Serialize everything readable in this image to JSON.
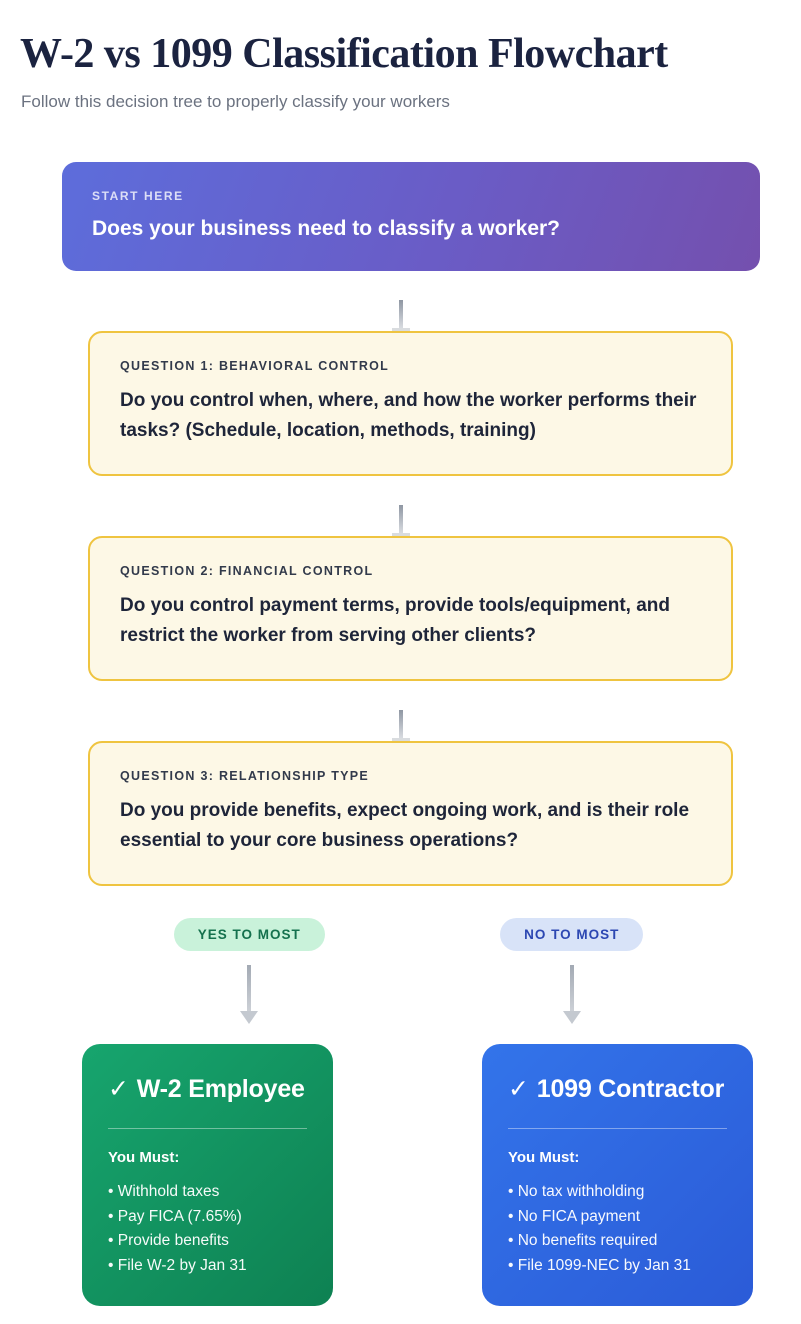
{
  "page": {
    "title": "W-2 vs 1099 Classification Flowchart",
    "subtitle": "Follow this decision tree to properly classify your workers"
  },
  "start": {
    "label": "START HERE",
    "question": "Does your business need to classify a worker?"
  },
  "questions": [
    {
      "label": "QUESTION 1: BEHAVIORAL CONTROL",
      "text": "Do you control when, where, and how the worker performs their tasks? (Schedule, location, methods, training)"
    },
    {
      "label": "QUESTION 2: FINANCIAL CONTROL",
      "text": "Do you control payment terms, provide tools/equipment, and restrict the worker from serving other clients?"
    },
    {
      "label": "QUESTION 3: RELATIONSHIP TYPE",
      "text": "Do you provide benefits, expect ongoing work, and is their role essential to your core business operations?"
    }
  ],
  "branches": {
    "yes_pill": "YES TO MOST",
    "no_pill": "NO TO MOST"
  },
  "outcomes": {
    "employee": {
      "check": "✓",
      "title": "W-2 Employee",
      "subheading": "You Must:",
      "items": [
        "Withhold taxes",
        "Pay FICA (7.65%)",
        "Provide benefits",
        "File W-2 by Jan 31"
      ]
    },
    "contractor": {
      "check": "✓",
      "title": "1099 Contractor",
      "subheading": "You Must:",
      "items": [
        "No tax withholding",
        "No FICA payment",
        "No benefits required",
        "File 1099-NEC by Jan 31"
      ]
    }
  },
  "colors": {
    "start_gradient_from": "#5d6ddb",
    "start_gradient_to": "#7450ae",
    "question_bg": "#fdf8e6",
    "question_border": "#efc440",
    "yes_pill_bg": "#c9f2da",
    "yes_pill_text": "#15714e",
    "no_pill_bg": "#d8e3f8",
    "no_pill_text": "#2c47b2",
    "employee_gradient_from": "#17a56e",
    "employee_gradient_to": "#0e8152",
    "contractor_gradient_from": "#3374ea",
    "contractor_gradient_to": "#2b5bd7",
    "title_text": "#1b2340",
    "subtitle_text": "#6b7280"
  }
}
